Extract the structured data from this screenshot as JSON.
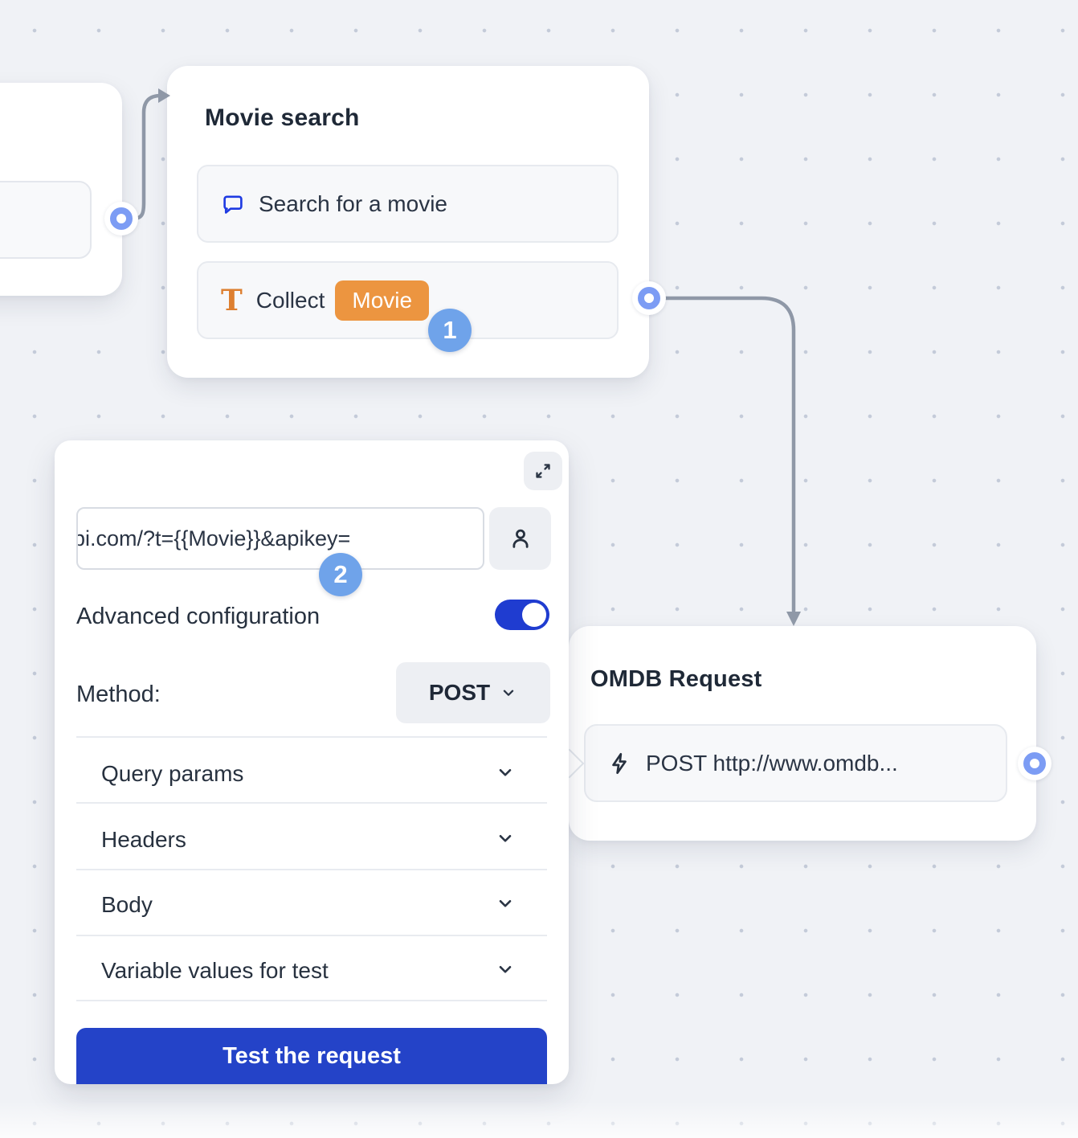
{
  "flow": {
    "movie_search_node": {
      "title": "Movie search",
      "steps": [
        {
          "icon": "chat-bubble-icon",
          "label": "Search for a movie"
        },
        {
          "icon": "text-collect-icon",
          "label": "Collect",
          "variable_badge": "Movie"
        }
      ]
    },
    "omdb_node": {
      "title": "OMDB Request",
      "step": {
        "icon": "lightning-icon",
        "label": "POST http://www.omdb..."
      }
    }
  },
  "editor": {
    "url_input_value": "pi.com/?t={{Movie}}&apikey=",
    "advanced_configuration_label": "Advanced configuration",
    "advanced_configuration_on": true,
    "method_label": "Method:",
    "method_value": "POST",
    "sections": [
      "Query params",
      "Headers",
      "Body",
      "Variable values for test"
    ],
    "test_button_label": "Test the request"
  },
  "annotations": {
    "step_1_badge": "1",
    "step_2_badge": "2"
  },
  "colors": {
    "button_blue": "#2443c8",
    "toggle_blue": "#1f3cd0",
    "chat_icon_blue": "#1e3ae2",
    "collect_icon_orange": "#dd7f30",
    "variable_badge_orange": "#ec9540",
    "annotation_badge_blue": "#6fa3ea",
    "port_ring_blue": "#7c9cf4",
    "connector_gray": "#8f98a7"
  }
}
